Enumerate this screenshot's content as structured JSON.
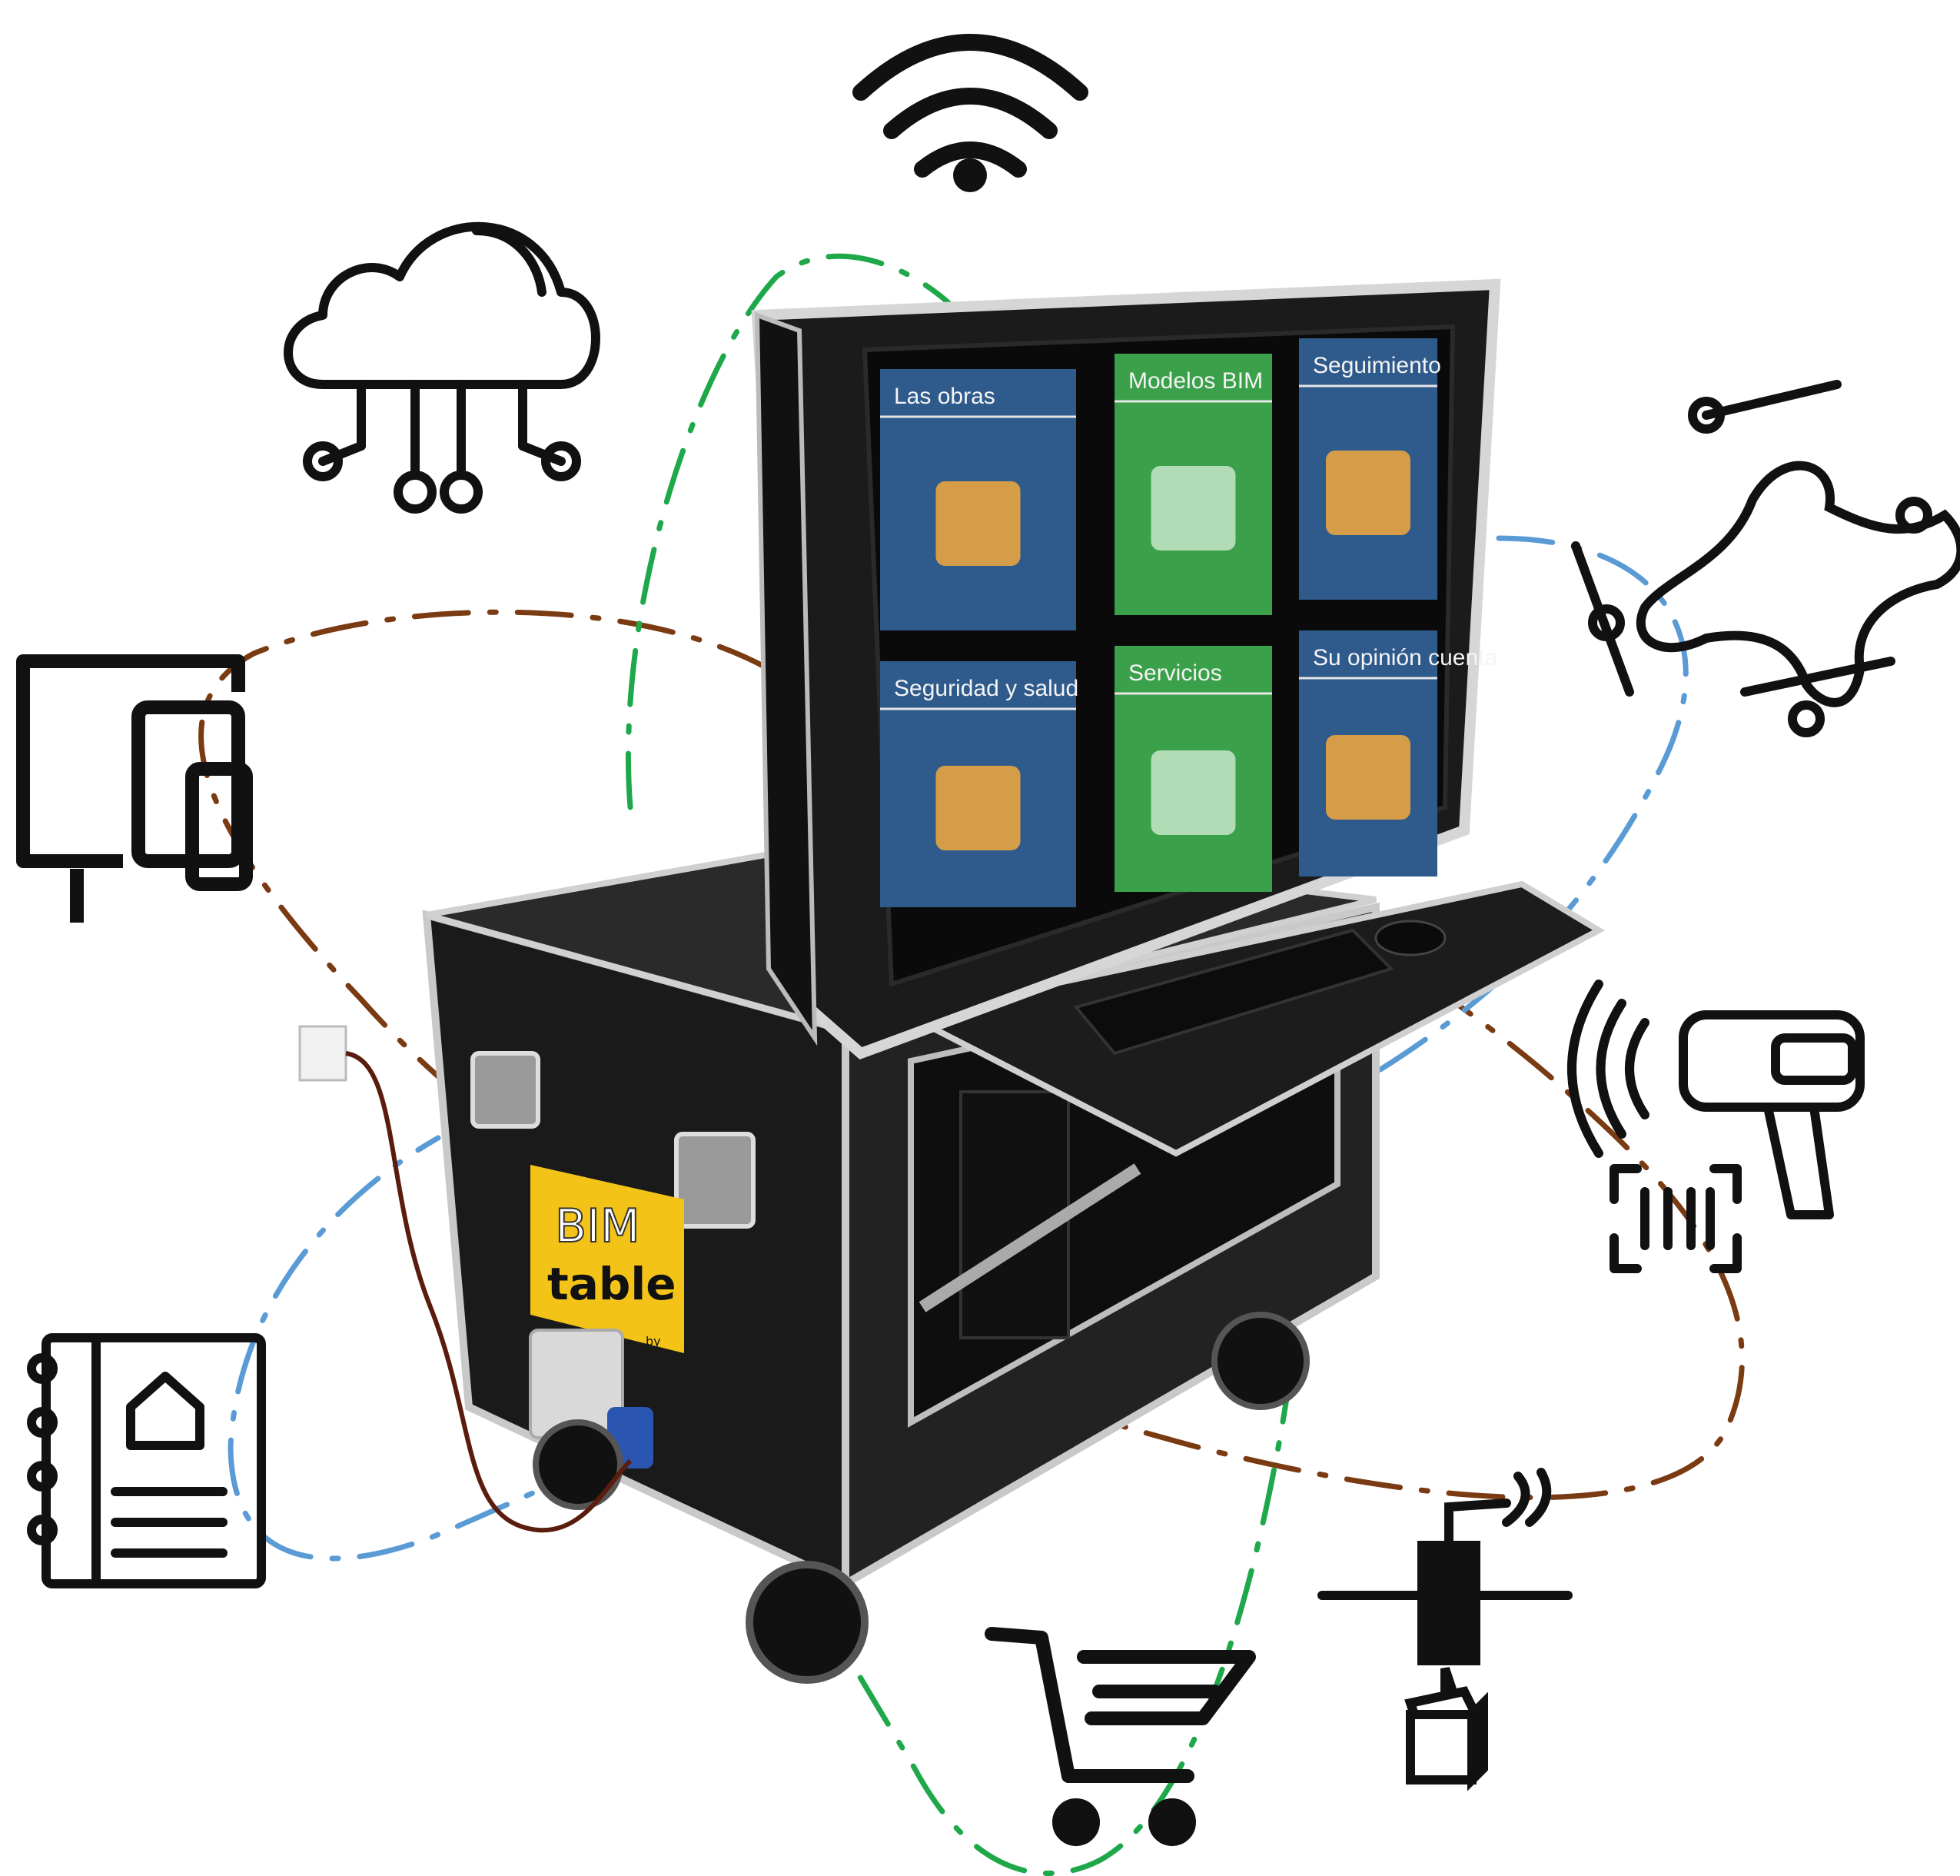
{
  "screen": {
    "tiles": [
      {
        "label": "Las obras",
        "color": "#2f5a8c",
        "icon": "crane-icon"
      },
      {
        "label": "Modelos BIM",
        "color": "#3aa04a",
        "icon": "cube-network-icon"
      },
      {
        "label": "Seguimiento",
        "color": "#2f5a8c",
        "icon": "screen-icon"
      },
      {
        "label": "Seguridad y salud",
        "color": "#2f5a8c",
        "icon": "vest-icon"
      },
      {
        "label": "Servicios",
        "color": "#3aa04a",
        "icon": "parachute-icon"
      },
      {
        "label": "Su opinión cuenta",
        "color": "#2f5a8c",
        "icon": "people-chat-icon"
      }
    ]
  },
  "logo": {
    "line1": "BIM",
    "line2": "table",
    "byline": "by"
  },
  "orbit_colors": {
    "brown": "#7a3a12",
    "blue": "#5b9bd5",
    "green": "#1fa84a"
  },
  "icons": [
    "wifi-icon",
    "cloud-network-icon",
    "drone-icon",
    "barcode-scanner-icon",
    "3d-printer-icon",
    "shopping-cart-icon",
    "manual-book-icon",
    "devices-icon"
  ]
}
